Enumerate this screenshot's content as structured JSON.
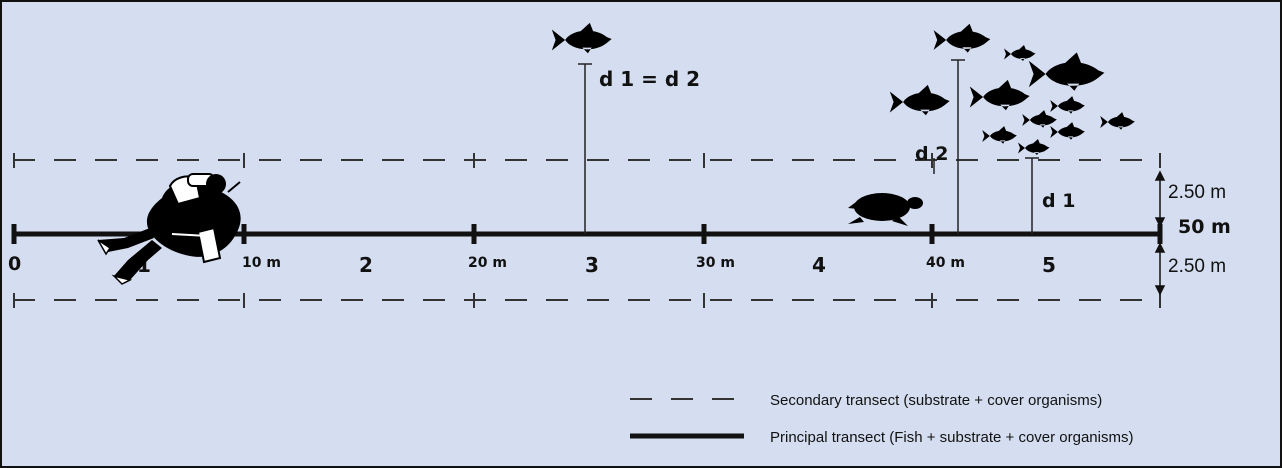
{
  "diagram": {
    "km_marks": [
      "0",
      "10 m",
      "20 m",
      "30 m",
      "40 m"
    ],
    "segments": [
      "1",
      "2",
      "3",
      "4",
      "5"
    ],
    "distance_labels": {
      "equal": "d 1 = d 2",
      "d2": "d 2",
      "d1": "d 1"
    },
    "width_top": "2.50 m",
    "length": "50 m",
    "width_bottom": "2.50 m",
    "icons": [
      "diver-icon",
      "fish-icon",
      "turtle-icon"
    ]
  },
  "legend": {
    "secondary": "Secondary transect (substrate + cover organisms)",
    "principal": "Principal transect (Fish + substrate + cover organisms)"
  },
  "colors": {
    "background": "#d5def0",
    "ink": "#111111"
  }
}
